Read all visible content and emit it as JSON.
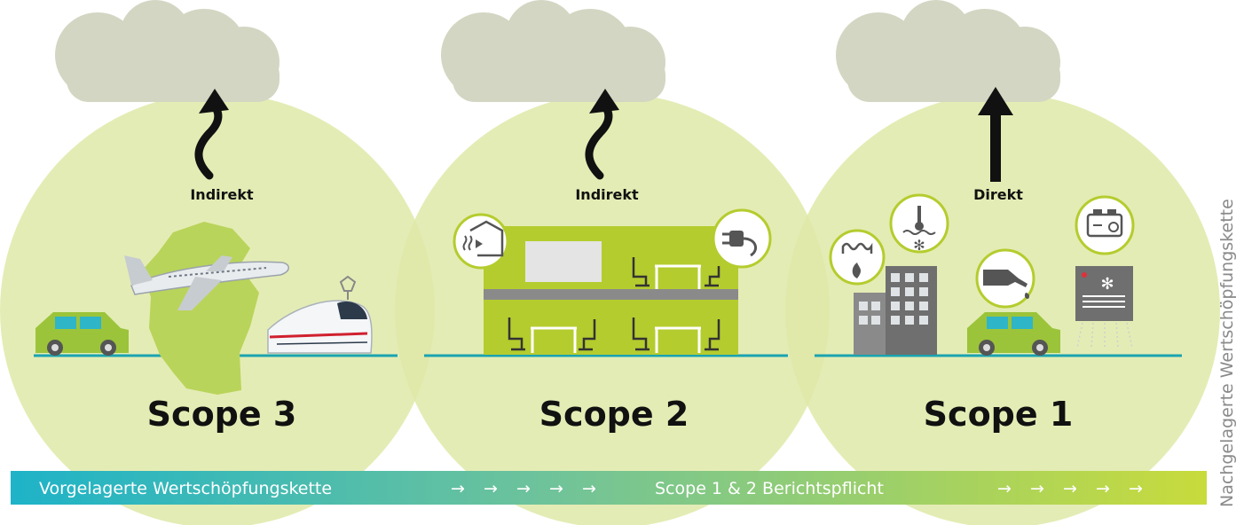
{
  "colors": {
    "circle": "#dfe9a8",
    "cloud": "#d3d6c2",
    "ground": "#1aa3b0",
    "building": "#b5cc2e",
    "car": "#9bc43a",
    "band_start": "#1eb3c8",
    "band_end": "#c8db3c",
    "side_text": "#8a8a8a"
  },
  "scopes": [
    {
      "label": "Scope 3",
      "emission": "Indirekt",
      "arrow": "curved"
    },
    {
      "label": "Scope 2",
      "emission": "Indirekt",
      "arrow": "curved"
    },
    {
      "label": "Scope 1",
      "emission": "Direkt",
      "arrow": "straight"
    }
  ],
  "band": {
    "left_text": "Vorgelagerte Wertschöpfungskette",
    "middle_text": "Scope 1 & 2 Berichtspflicht",
    "arrow_glyph": "→"
  },
  "side_label": "Nachgelagerte Wertschöpfungskette",
  "icons": {
    "scope3": [
      "car-icon",
      "airplane-icon",
      "germany-map-icon",
      "train-icon"
    ],
    "scope2": [
      "heating-icon",
      "plug-icon",
      "office-building-icon"
    ],
    "scope1": [
      "heat-flame-icon",
      "cooling-thermometer-icon",
      "fuel-nozzle-icon",
      "generator-icon",
      "industrial-building-icon",
      "car-icon",
      "cooling-unit-icon"
    ]
  }
}
